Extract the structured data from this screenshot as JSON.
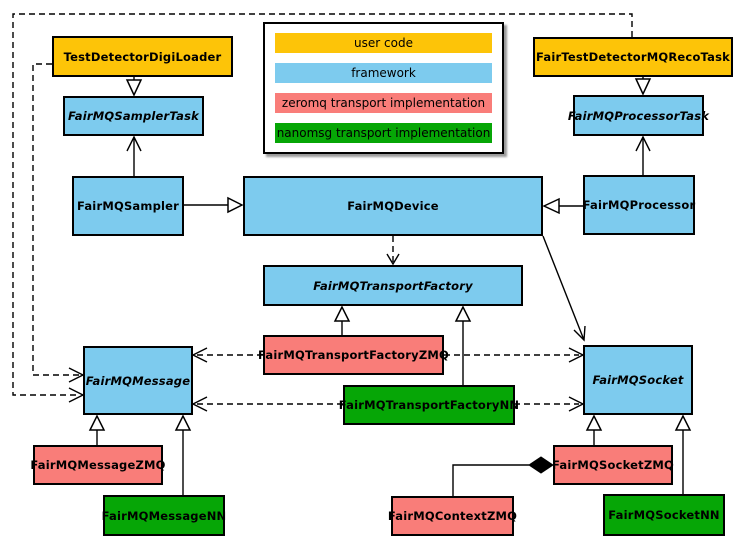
{
  "colors": {
    "background": "#ffffff",
    "user_code": "#fdc408",
    "framework": "#7dcbee",
    "zeromq": "#f97d79",
    "nanomsg": "#06a606",
    "line": "#000000"
  },
  "legend": {
    "items": [
      {
        "label": "user code",
        "category": "user_code"
      },
      {
        "label": "framework",
        "category": "framework"
      },
      {
        "label": "zeromq transport implementation",
        "category": "zeromq"
      },
      {
        "label": "nanomsg transport implementation",
        "category": "nanomsg"
      }
    ]
  },
  "nodes": {
    "digiloader": {
      "label": "TestDetectorDigiLoader",
      "category": "user_code",
      "abstract": false
    },
    "recotask": {
      "label": "FairTestDetectorMQRecoTask",
      "category": "user_code",
      "abstract": false
    },
    "samplertask": {
      "label": "FairMQSamplerTask",
      "category": "framework",
      "abstract": true
    },
    "processortask": {
      "label": "FairMQProcessorTask",
      "category": "framework",
      "abstract": true
    },
    "sampler": {
      "label": "FairMQSampler",
      "category": "framework",
      "abstract": false
    },
    "device": {
      "label": "FairMQDevice",
      "category": "framework",
      "abstract": false
    },
    "processor": {
      "label": "FairMQProcessor",
      "category": "framework",
      "abstract": false
    },
    "transportfactory": {
      "label": "FairMQTransportFactory",
      "category": "framework",
      "abstract": true
    },
    "transportfactoryzmq": {
      "label": "FairMQTransportFactoryZMQ",
      "category": "zeromq",
      "abstract": false
    },
    "transportfactorynn": {
      "label": "FairMQTransportFactoryNN",
      "category": "nanomsg",
      "abstract": false
    },
    "message": {
      "label": "FairMQMessage",
      "category": "framework",
      "abstract": true
    },
    "socket": {
      "label": "FairMQSocket",
      "category": "framework",
      "abstract": true
    },
    "messagezmq": {
      "label": "FairMQMessageZMQ",
      "category": "zeromq",
      "abstract": false
    },
    "messagenn": {
      "label": "FairMQMessageNN",
      "category": "nanomsg",
      "abstract": false
    },
    "socketzmq": {
      "label": "FairMQSocketZMQ",
      "category": "zeromq",
      "abstract": false
    },
    "socketnn": {
      "label": "FairMQSocketNN",
      "category": "nanomsg",
      "abstract": false
    },
    "contextzmq": {
      "label": "FairMQContextZMQ",
      "category": "zeromq",
      "abstract": false
    }
  }
}
